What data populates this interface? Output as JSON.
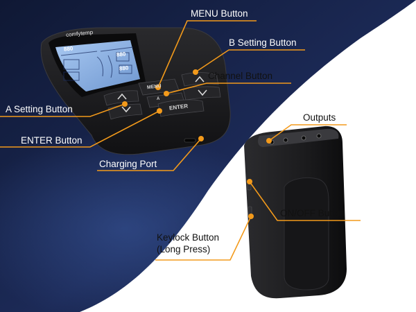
{
  "labels": {
    "menu": "MENU Button",
    "b_setting": "B Setting Button",
    "channel": "Channel Button",
    "a_setting": "A Setting Button",
    "enter": "ENTER Button",
    "charging": "Charging Port",
    "outputs": "Outputs",
    "on_off": "ON/OFF Button",
    "keylock_line1": "Keylock Button",
    "keylock_line2": "(Long Press)"
  },
  "device": {
    "brand": "comfytemp",
    "key_menu": "MENU",
    "key_enter": "ENTER",
    "key_channel": "A",
    "screen_value_1": "880",
    "screen_value_2": "880",
    "screen_value_3": "880"
  },
  "colors": {
    "accent": "#f39a1b",
    "background_dark": "#141e3c",
    "background_light": "#ffffff",
    "device_body": "#1c1c1e",
    "lcd": "#8fb6e6"
  }
}
